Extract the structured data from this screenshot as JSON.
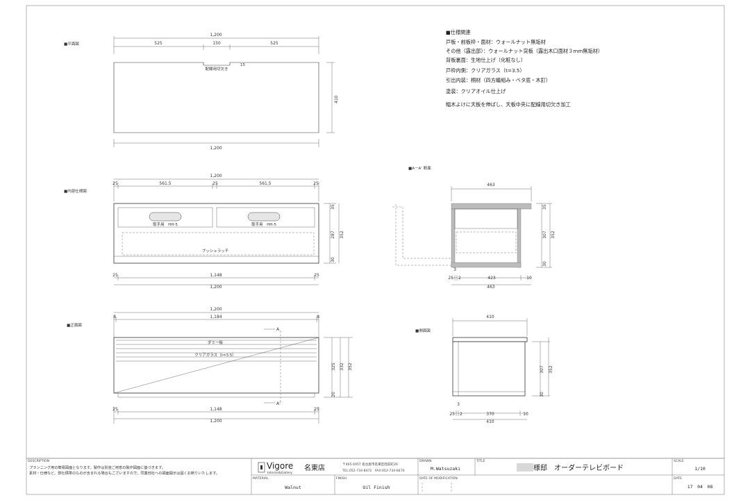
{
  "views": {
    "plan": {
      "label": "■平面図",
      "top_total": "1,200",
      "top_left": "525",
      "top_mid": "150",
      "top_right": "525",
      "notch_note": "配線用切欠き",
      "notch_dim": "15",
      "depth": "410",
      "bottom_total": "1,200"
    },
    "internal": {
      "label": "■内部仕様図",
      "top_total": "1,200",
      "top_seg": [
        "25",
        "561.5",
        "25",
        "561.5",
        "25"
      ],
      "handle_note": "取手用　HH-5",
      "shelf_note": "プッシュラッチ",
      "right_dims": [
        "35",
        "287",
        "30"
      ],
      "right_total": "352",
      "bottom_seg": [
        "25",
        "1,148",
        "25"
      ],
      "bottom_total": "1,200"
    },
    "section": {
      "label": "■A－A’ 断面",
      "top": "463",
      "right_dims": [
        "35",
        "307",
        "30"
      ],
      "right_total": "352",
      "small": "3",
      "bottom_seg": [
        "25",
        "2",
        "423",
        "10"
      ],
      "bottom_total": "463"
    },
    "front": {
      "label": "■正面図",
      "top_total": "1,200",
      "top_seg": [
        "8",
        "1,184",
        "8"
      ],
      "dummy_label": "ダミー板",
      "glass_label": "クリアガラス（t=3.5）",
      "cut_a": "A",
      "cut_a2": "A’",
      "right_dims": [
        "325",
        "20"
      ],
      "right_inner": "332",
      "right_total": "352",
      "bottom_seg": [
        "25",
        "1,148",
        "25"
      ],
      "bottom_total": "1,200"
    },
    "side": {
      "label": "■側面図",
      "top": "410",
      "right_inner": "307",
      "right_total": "352",
      "right_bottom": "30",
      "small": "3",
      "bottom_seg": [
        "25",
        "2",
        "370",
        "10"
      ],
      "bottom_total": "410"
    }
  },
  "spec": {
    "heading": "■仕様関連",
    "lines": [
      "戸板・前板枠・面材：ウォールナット無垢材",
      "その他（露出部）：ウォールナット突板（露出木口面材３mm無垢材）",
      "背板裏面：生地仕上げ（化粧なし）",
      "戸枠内側：クリアガラス（t=3.5）",
      "引出内装：桐材（四方蟻組み・ベタ底・木釘）",
      "塗装：クリアオイル仕上げ",
      "幅木よけに天板を伸ばし、天板中央に配線用切欠き加工"
    ]
  },
  "title_block": {
    "description_title": "DESCRIPTION",
    "description_lines": [
      "プランニング用の簡易図面となります。製作は別途ご用意の製作図面に基づきます。",
      "素材・仕様など、弊社標準のものが含まれる場合もございますので、同業他社への図面開示は固くお断りいたします。"
    ],
    "brand": "Vigore",
    "brand_sub": "Interior&Gallery",
    "store": "名東店",
    "address": "〒465-0057 名古屋市名東区陸前町26",
    "phone": "TEL:052-734-8472　FAX:052-734-8470",
    "drawn_title": "DRAWN",
    "drawn_value": "M.Watsuzaki",
    "title_title": "TITLE",
    "title_value": "様邸　オーダーテレビボード",
    "scale_title": "SCALE",
    "scale_value": "1/10",
    "material_title": "MATERIAL",
    "material_value": "Walnut",
    "finish_title": "FINISH",
    "finish_value": "Oil Finish",
    "mod_title": "DATE OF MODIFICATION",
    "date_title": "DATE",
    "date_value": "17　04　08"
  }
}
